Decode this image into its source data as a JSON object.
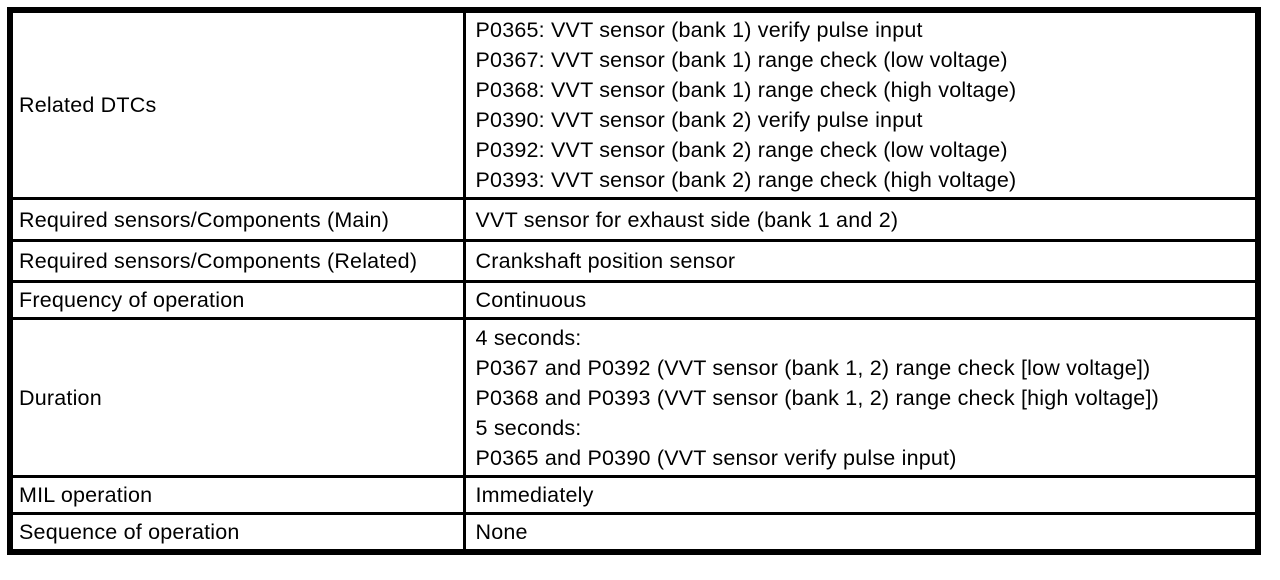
{
  "colors": {
    "border": "#000000",
    "text": "#000000",
    "background": "#ffffff"
  },
  "table": {
    "rows": [
      {
        "label": "Related DTCs",
        "value_lines": [
          "P0365: VVT sensor (bank 1) verify pulse input",
          "P0367: VVT sensor (bank 1) range check (low voltage)",
          "P0368: VVT sensor (bank 1) range check (high voltage)",
          "P0390: VVT sensor (bank 2) verify pulse input",
          "P0392: VVT sensor (bank 2) range check (low voltage)",
          "P0393: VVT sensor (bank 2) range check (high voltage)"
        ]
      },
      {
        "label": "Required sensors/Components (Main)",
        "value_lines": [
          "VVT sensor for exhaust side (bank 1 and 2)"
        ]
      },
      {
        "label": "Required sensors/Components (Related)",
        "value_lines": [
          "Crankshaft position sensor"
        ]
      },
      {
        "label": "Frequency of operation",
        "value_lines": [
          "Continuous"
        ]
      },
      {
        "label": "Duration",
        "value_lines": [
          "4 seconds:",
          "P0367 and P0392 (VVT sensor (bank 1, 2) range check [low voltage])",
          "P0368 and P0393 (VVT sensor (bank 1, 2) range check [high voltage])",
          "5 seconds:",
          "P0365 and P0390 (VVT sensor verify pulse input)"
        ]
      },
      {
        "label": "MIL operation",
        "value_lines": [
          "Immediately"
        ]
      },
      {
        "label": "Sequence of operation",
        "value_lines": [
          "None"
        ]
      }
    ]
  }
}
